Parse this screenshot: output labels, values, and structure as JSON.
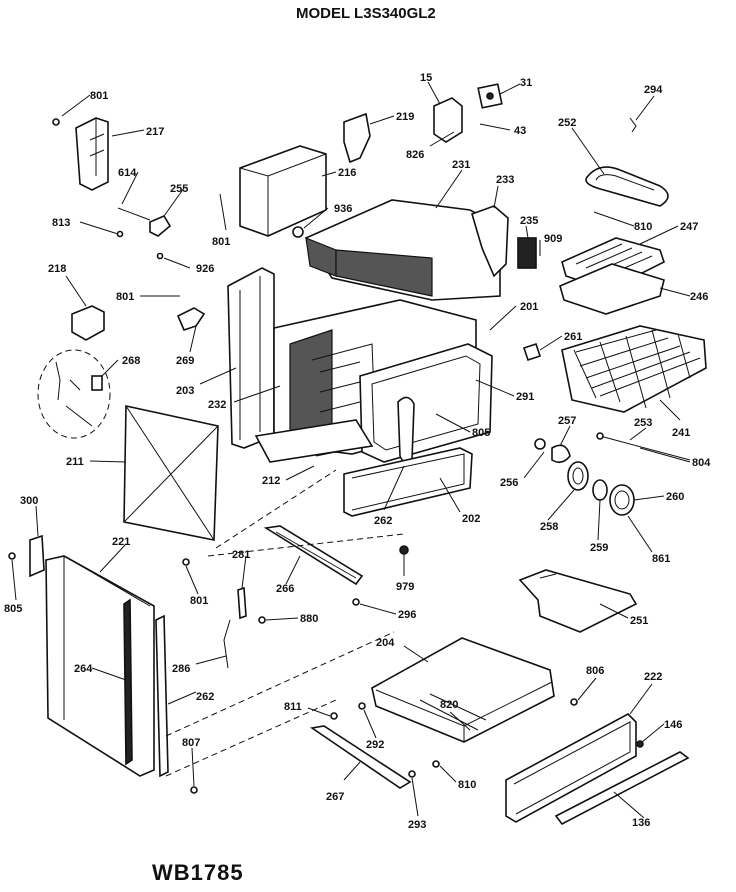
{
  "header": {
    "model": "MODEL L3S340GL2"
  },
  "footer": {
    "code": "WB1785"
  },
  "callouts": [
    {
      "id": "801",
      "text": "801"
    },
    {
      "id": "217",
      "text": "217"
    },
    {
      "id": "15",
      "text": "15"
    },
    {
      "id": "31",
      "text": "31"
    },
    {
      "id": "294",
      "text": "294"
    },
    {
      "id": "219",
      "text": "219"
    },
    {
      "id": "43",
      "text": "43"
    },
    {
      "id": "252",
      "text": "252"
    },
    {
      "id": "826a",
      "text": "826"
    },
    {
      "id": "231",
      "text": "231"
    },
    {
      "id": "614",
      "text": "614"
    },
    {
      "id": "255",
      "text": "255"
    },
    {
      "id": "216",
      "text": "216"
    },
    {
      "id": "233",
      "text": "233"
    },
    {
      "id": "810a",
      "text": "810"
    },
    {
      "id": "936",
      "text": "936"
    },
    {
      "id": "235",
      "text": "235"
    },
    {
      "id": "247",
      "text": "247"
    },
    {
      "id": "813",
      "text": "813"
    },
    {
      "id": "801b",
      "text": "801"
    },
    {
      "id": "909",
      "text": "909"
    },
    {
      "id": "926b",
      "text": "926"
    },
    {
      "id": "218",
      "text": "218"
    },
    {
      "id": "801c",
      "text": "801"
    },
    {
      "id": "246",
      "text": "246"
    },
    {
      "id": "201",
      "text": "201"
    },
    {
      "id": "261",
      "text": "261"
    },
    {
      "id": "268",
      "text": "268"
    },
    {
      "id": "269",
      "text": "269"
    },
    {
      "id": "203",
      "text": "203"
    },
    {
      "id": "232",
      "text": "232"
    },
    {
      "id": "291",
      "text": "291"
    },
    {
      "id": "257",
      "text": "257"
    },
    {
      "id": "253",
      "text": "253"
    },
    {
      "id": "241",
      "text": "241"
    },
    {
      "id": "805a",
      "text": "805"
    },
    {
      "id": "804",
      "text": "804"
    },
    {
      "id": "211",
      "text": "211"
    },
    {
      "id": "212",
      "text": "212"
    },
    {
      "id": "256",
      "text": "256"
    },
    {
      "id": "300",
      "text": "300"
    },
    {
      "id": "262a",
      "text": "262"
    },
    {
      "id": "202",
      "text": "202"
    },
    {
      "id": "258",
      "text": "258"
    },
    {
      "id": "260",
      "text": "260"
    },
    {
      "id": "221",
      "text": "221"
    },
    {
      "id": "259",
      "text": "259"
    },
    {
      "id": "861",
      "text": "861"
    },
    {
      "id": "281",
      "text": "281"
    },
    {
      "id": "266",
      "text": "266"
    },
    {
      "id": "805b",
      "text": "805"
    },
    {
      "id": "801d",
      "text": "801"
    },
    {
      "id": "979",
      "text": "979"
    },
    {
      "id": "880",
      "text": "880"
    },
    {
      "id": "296",
      "text": "296"
    },
    {
      "id": "251",
      "text": "251"
    },
    {
      "id": "204",
      "text": "204"
    },
    {
      "id": "264",
      "text": "264"
    },
    {
      "id": "286",
      "text": "286"
    },
    {
      "id": "806",
      "text": "806"
    },
    {
      "id": "222",
      "text": "222"
    },
    {
      "id": "262b",
      "text": "262"
    },
    {
      "id": "811",
      "text": "811"
    },
    {
      "id": "820",
      "text": "820"
    },
    {
      "id": "146",
      "text": "146"
    },
    {
      "id": "292",
      "text": "292"
    },
    {
      "id": "807",
      "text": "807"
    },
    {
      "id": "267",
      "text": "267"
    },
    {
      "id": "810b",
      "text": "810"
    },
    {
      "id": "293",
      "text": "293"
    },
    {
      "id": "136",
      "text": "136"
    }
  ]
}
